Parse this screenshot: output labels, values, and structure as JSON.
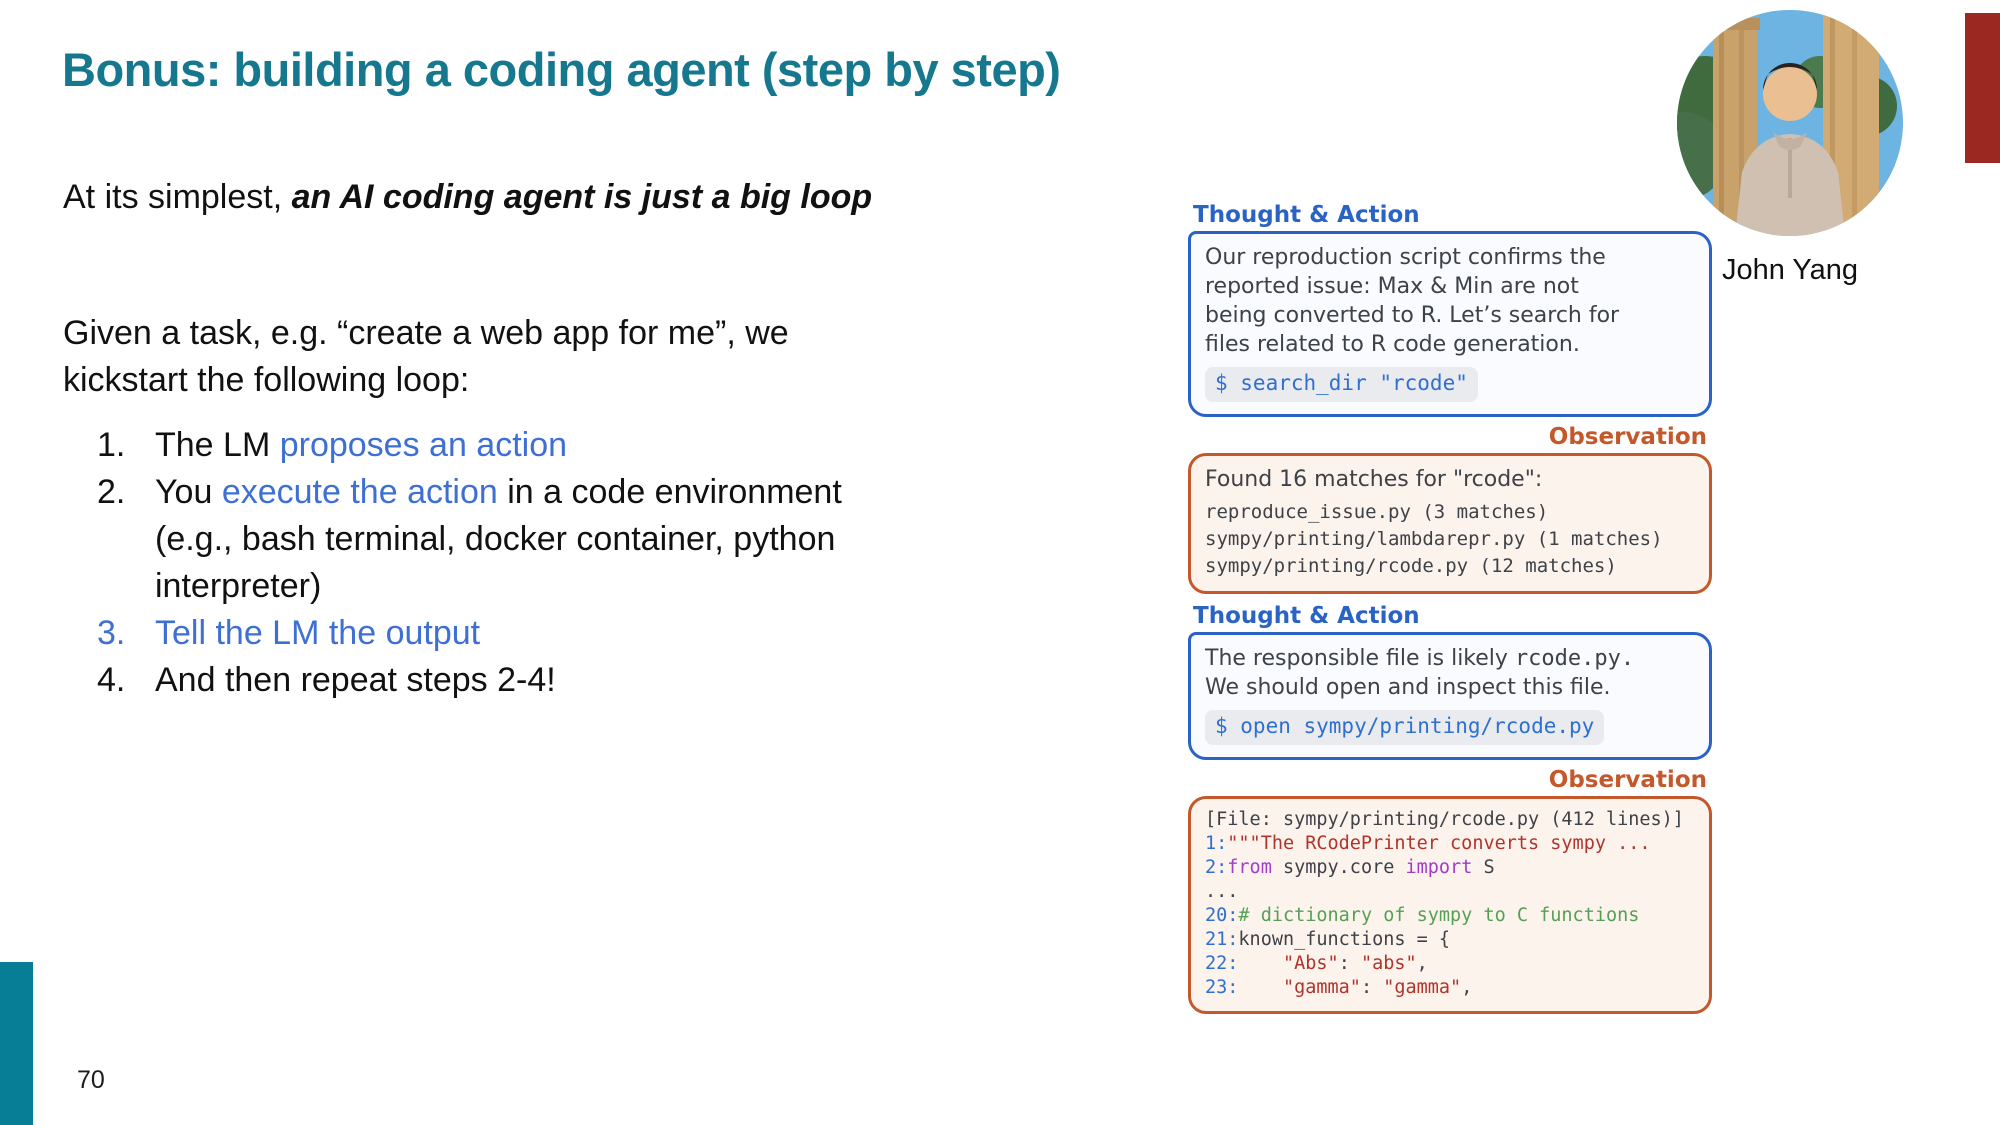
{
  "slide": {
    "title": "Bonus: building a coding agent (step by step)",
    "intro": {
      "prefix": "At its simplest, ",
      "emphasis": "an AI coding agent is just a big loop"
    },
    "task": {
      "line1": "Given a task, e.g. “create a web app for me”, we",
      "line2": "kickstart the following loop:"
    },
    "steps": [
      {
        "num": "1.",
        "pre": "The LM ",
        "link": "proposes an action",
        "post": ""
      },
      {
        "num": "2.",
        "pre": "You ",
        "link": "execute the action",
        "post": " in a code environment (e.g., bash terminal, docker container, python interpreter)"
      },
      {
        "num": "3.",
        "pre": "",
        "link": "Tell the LM the output",
        "post": ""
      },
      {
        "num": "4.",
        "pre": "And then repeat steps 2-4!",
        "link": "",
        "post": ""
      }
    ],
    "page_number": "70",
    "speaker_name": "John Yang"
  },
  "diagram": {
    "thought_label": "Thought & Action",
    "observation_label": "Observation",
    "thought1": {
      "lines": [
        "Our reproduction script confirms the",
        "reported issue: Max & Min are not",
        "being converted to R. Let’s search for",
        "files related to R code generation."
      ],
      "command": "$ search_dir \"rcode\""
    },
    "observation1": {
      "heading": "Found 16 matches for \"rcode\":",
      "files": [
        "reproduce_issue.py (3 matches)",
        "sympy/printing/lambdarepr.py (1 matches)",
        "sympy/printing/rcode.py (12 matches)"
      ]
    },
    "thought2": {
      "line1_pre": "The responsible file is likely ",
      "line1_code": "rcode.py.",
      "line2": "We should open and inspect this file.",
      "command": "$ open sympy/printing/rcode.py"
    },
    "observation2": {
      "file_line": "[File: sympy/printing/rcode.py (412 lines)]",
      "l1_num": "1:",
      "l1_str": "\"\"\"The RCodePrinter converts sympy ...",
      "l2_num": "2:",
      "l2_kw1": "from",
      "l2_mod": " sympy.core ",
      "l2_kw2": "import",
      "l2_rest": " S",
      "ellipsis": "...",
      "l20_num": "20:",
      "l20_comment": "# dictionary of sympy to C functions",
      "l21_num": "21:",
      "l21_code": "known_functions = {",
      "l22_num": "22:",
      "l22_indent": "    ",
      "l22_key": "\"Abs\"",
      "l22_colon": ": ",
      "l22_val": "\"abs\"",
      "l22_comma": ",",
      "l23_num": "23:",
      "l23_indent": "    ",
      "l23_key": "\"gamma\"",
      "l23_colon": ": ",
      "l23_val": "\"gamma\"",
      "l23_comma": ","
    }
  },
  "colors": {
    "title_teal": "#16788e",
    "teal_bar": "#087e96",
    "red_bar": "#9c2822",
    "figure_blue": "#2b63c5",
    "figure_orange": "#c4582a",
    "hyperlink_blue": "#3e6fd3",
    "command_blue": "#2e6fd2",
    "code_string_red": "#b0342c",
    "code_keyword_purple": "#a03ccc",
    "code_comment_green": "#55a055"
  }
}
